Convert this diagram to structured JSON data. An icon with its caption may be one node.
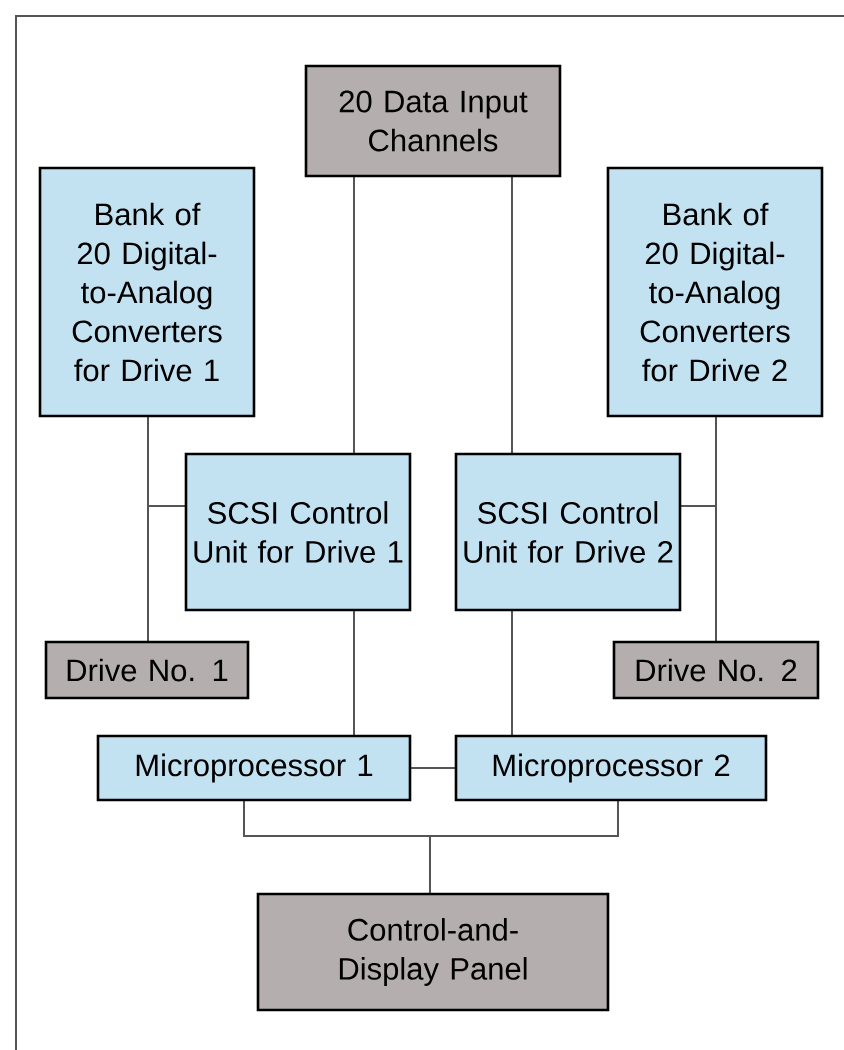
{
  "diagram": {
    "nodes": [
      {
        "text": [
          "20 Data Input Channels"
        ]
      },
      {
        "text": [
          "Bank of 20 Digital-to-Analog Converters for Drive 1"
        ]
      },
      {
        "text": [
          "Bank of 20 Digital-to-Analog Converters for Drive 2"
        ]
      },
      {
        "text": [
          "SCSI Control Unit for Drive 1"
        ]
      },
      {
        "text": [
          "SCSI Control Unit for Drive 2"
        ]
      },
      {
        "text": [
          "Drive No. 1"
        ]
      },
      {
        "text": [
          "Drive No. 2"
        ]
      },
      {
        "text": [
          "Microprocessor 1"
        ]
      },
      {
        "text": [
          "Microprocessor 2"
        ]
      },
      {
        "text": [
          "Control-and-Display Panel"
        ]
      }
    ],
    "edges": [
      {
        "from": 0,
        "to": 3,
        "arrow": "none"
      },
      {
        "from": 0,
        "to": 4,
        "arrow": "none"
      },
      {
        "from": 1,
        "to": 5,
        "arrow": "none"
      },
      {
        "from": 3,
        "to": 5,
        "arrow": "none"
      },
      {
        "from": 2,
        "to": 6,
        "arrow": "none"
      },
      {
        "from": 4,
        "to": 6,
        "arrow": "none"
      },
      {
        "from": 3,
        "to": 7,
        "arrow": "none"
      },
      {
        "from": 4,
        "to": 8,
        "arrow": "none"
      },
      {
        "from": 7,
        "to": 8,
        "arrow": "none"
      },
      {
        "from": 7,
        "to": 9,
        "arrow": "none"
      },
      {
        "from": 8,
        "to": 9,
        "arrow": "none"
      }
    ]
  }
}
